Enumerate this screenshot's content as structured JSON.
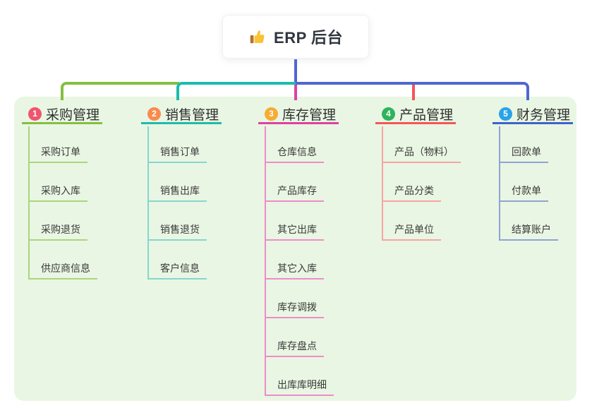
{
  "root": {
    "title": "ERP 后台",
    "icon": "thumbs-up-icon"
  },
  "branches": [
    {
      "badge": "1",
      "title": "采购管理",
      "badge_color": "#f0546f",
      "color": "#84bf40",
      "tint": "#abd57d",
      "children": [
        "采购订单",
        "采购入库",
        "采购退货",
        "供应商信息"
      ]
    },
    {
      "badge": "2",
      "title": "销售管理",
      "badge_color": "#f98b4d",
      "color": "#1dbcae",
      "tint": "#85d7cd",
      "children": [
        "销售订单",
        "销售出库",
        "销售退货",
        "客户信息"
      ]
    },
    {
      "badge": "3",
      "title": "库存管理",
      "badge_color": "#f6ab32",
      "color": "#de41a1",
      "tint": "#ef8cc8",
      "children": [
        "仓库信息",
        "产品库存",
        "其它出库",
        "其它入库",
        "库存调拨",
        "库存盘点",
        "出库库明细"
      ]
    },
    {
      "badge": "4",
      "title": "产品管理",
      "badge_color": "#2cb45c",
      "color": "#f4555a",
      "tint": "#f8a3a5",
      "children": [
        "产品（物料）",
        "产品分类",
        "产品单位"
      ]
    },
    {
      "badge": "5",
      "title": "财务管理",
      "badge_color": "#2aa2e9",
      "color": "#3c63cb",
      "tint": "#8fa3d3",
      "children": [
        "回款单",
        "付款单",
        "结算账户"
      ]
    }
  ],
  "colors": {
    "stem_blue": "#4f66d3",
    "panel_bg": "#e9f6e3",
    "canvas_bg": "#ffffff",
    "text": "#303030"
  }
}
